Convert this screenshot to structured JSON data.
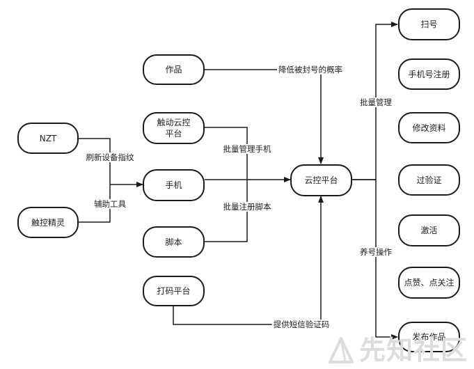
{
  "nodes": {
    "nzt": "NZT",
    "touch_sprite": "触控精灵",
    "works": "作品",
    "touch_cloud": "触动云控\n平台",
    "phone": "手机",
    "script": "脚本",
    "captcha_platform": "打码平台",
    "cloud_platform": "云控平台",
    "scan_code": "扫号",
    "phone_register": "手机号注册",
    "edit_profile": "修改资料",
    "pass_verification": "过验证",
    "activate": "激活",
    "like_follow": "点赞、点关注",
    "publish_works": "发布作品"
  },
  "labels": {
    "refresh_fingerprint": "刷新设备指纹",
    "aux_tools": "辅助工具",
    "reduce_ban": "降低被封号的概率",
    "batch_manage_phone": "批量管理手机",
    "batch_register_script": "批量注册脚本",
    "sms_code": "提供短信验证码",
    "batch_manage": "批量管理",
    "account_nurture": "养号操作"
  },
  "watermark": "先知社区",
  "colors": {
    "stroke": "#1a1a1a",
    "text": "#222222",
    "watermark": "#dcdcdc"
  }
}
